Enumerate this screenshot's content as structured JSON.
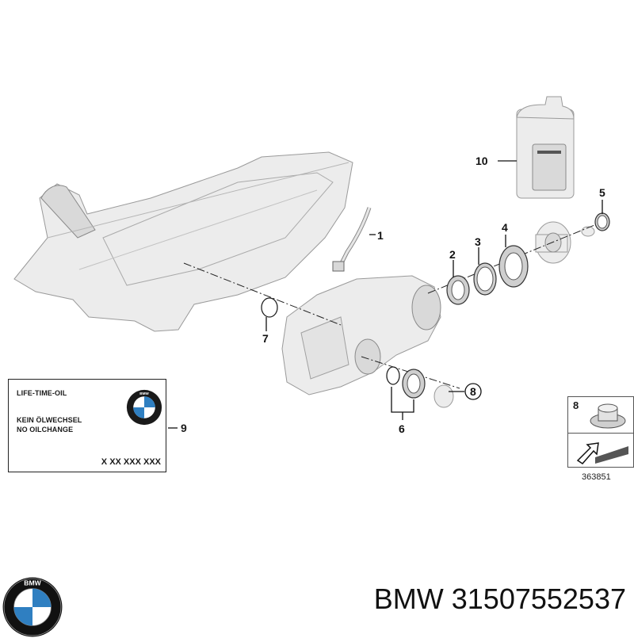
{
  "callouts": {
    "c1": "1",
    "c2": "2",
    "c3": "3",
    "c4": "4",
    "c5": "5",
    "c6": "6",
    "c7": "7",
    "c8": "8",
    "c9": "9",
    "c10": "10"
  },
  "label_card": {
    "line1": "LIFE-TIME-OIL",
    "line2": "KEIN ÖLWECHSEL",
    "line3": "NO OILCHANGE",
    "code": "X XX XXX XXX",
    "logo_text": "BMW"
  },
  "inset": {
    "part_number": "8"
  },
  "reference_number": "363851",
  "brand": {
    "logo_text": "BMW",
    "text": "BMW 31507552537"
  },
  "colors": {
    "bmw_blue": "#2f7fc1",
    "line": "#111111",
    "part_fill": "#ececec"
  }
}
